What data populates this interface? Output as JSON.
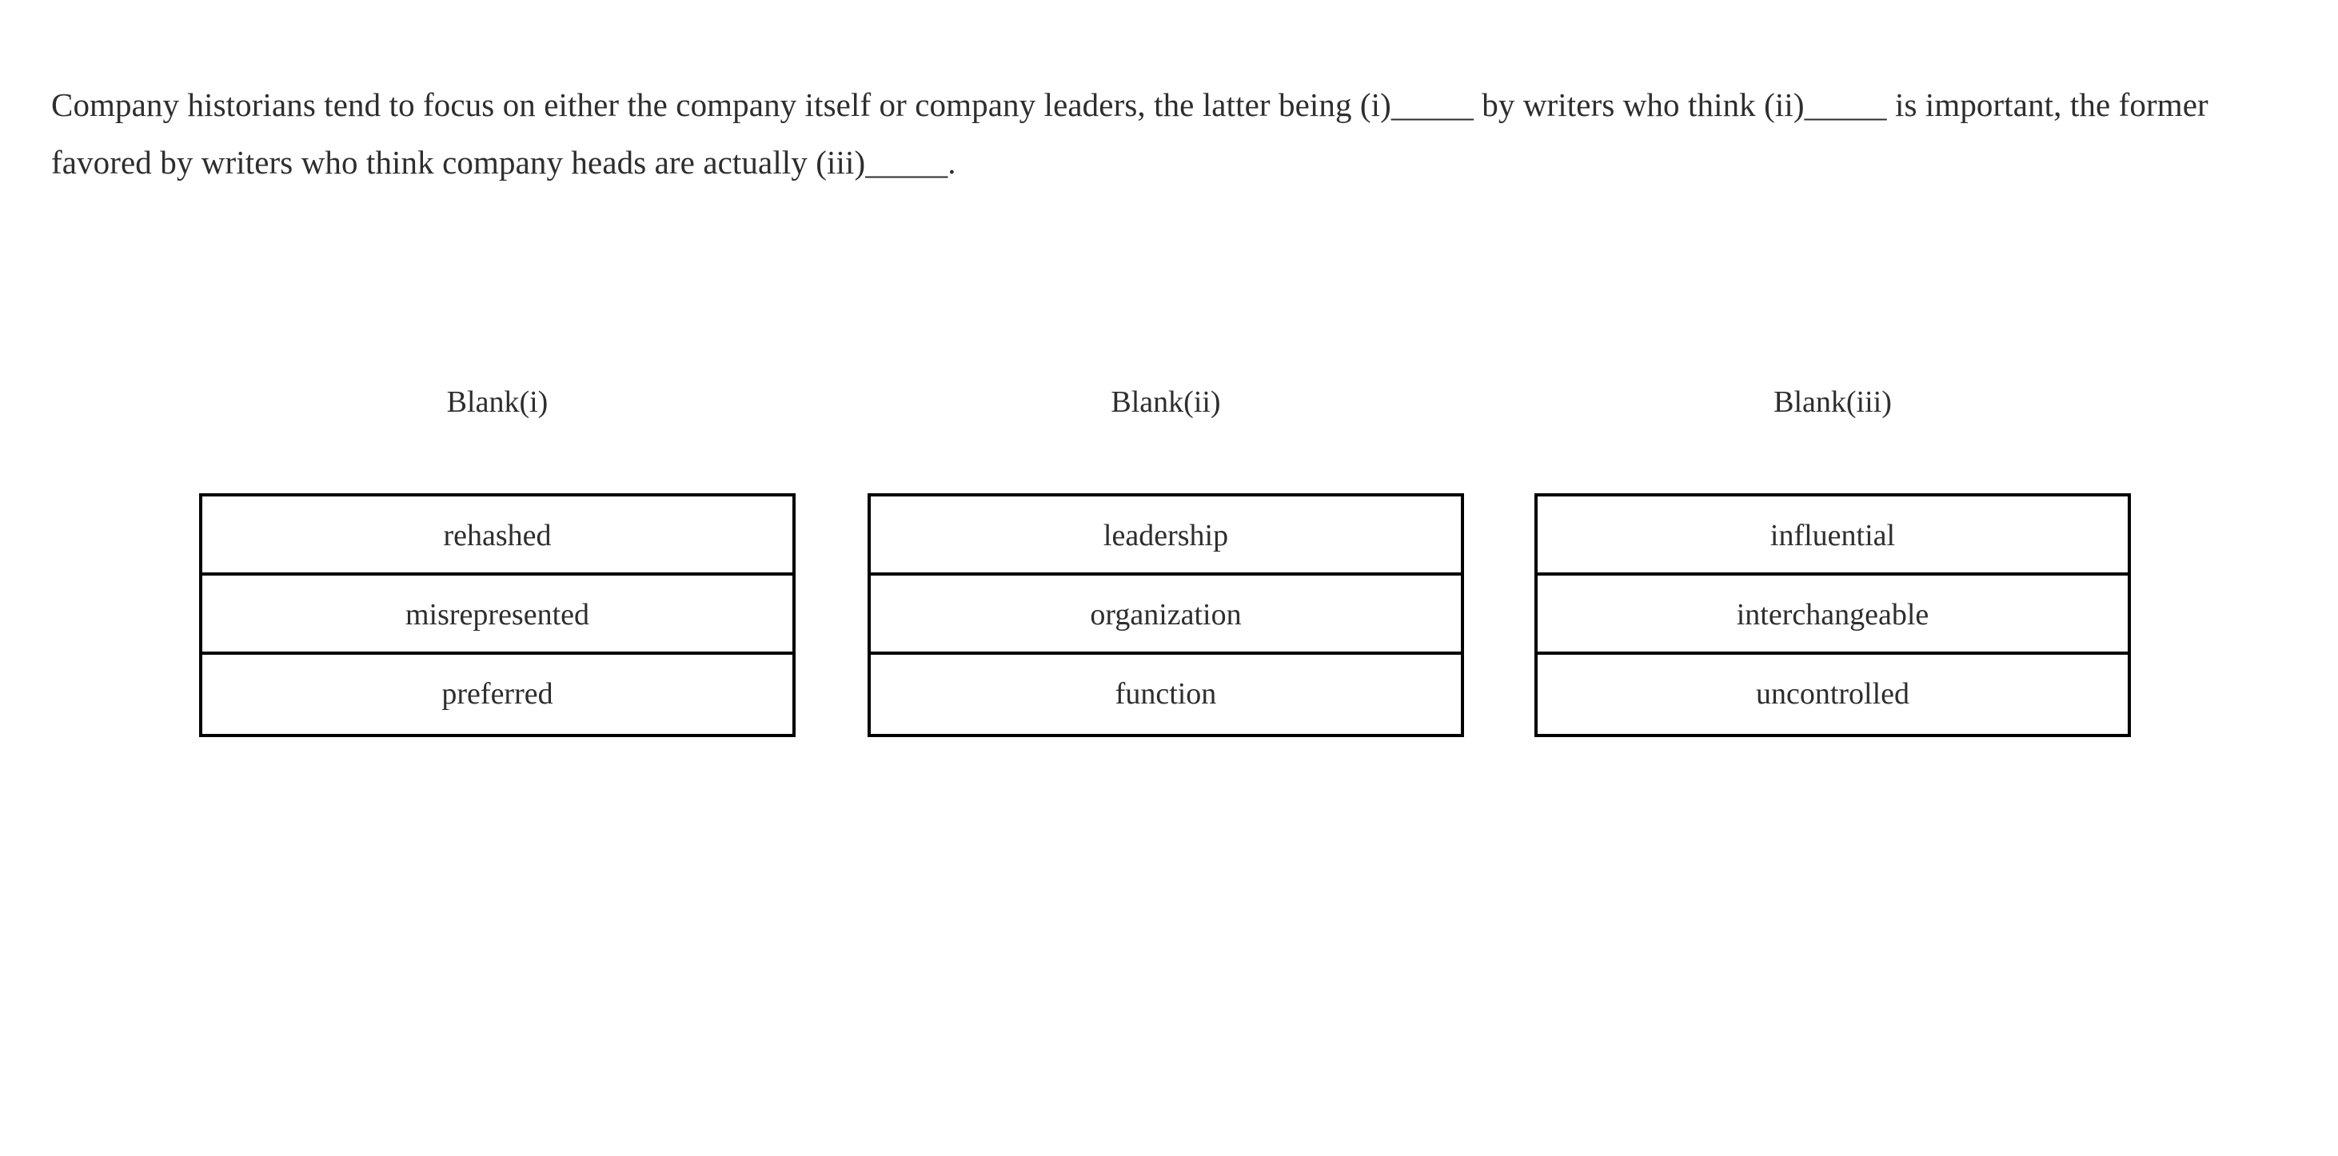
{
  "question": {
    "stem_line_1": "Company historians tend to focus on either the company itself or company leaders, the latter being (i)_____ by writers who think",
    "stem_line_2": "(ii)_____ is important, the former favored by writers who think company heads are actually (iii)_____.",
    "full_text": "Company historians tend to focus on either the company itself or company leaders, the latter being (i)_____ by writers who think (ii)_____ is important, the former favored by writers who think company heads are actually (iii)_____."
  },
  "colors": {
    "text": "#2e2e2e",
    "border": "#000000",
    "background": "#ffffff"
  },
  "columns": [
    {
      "header": "Blank(i)",
      "options": [
        {
          "label": "rehashed"
        },
        {
          "label": "misrepresented"
        },
        {
          "label": "preferred"
        }
      ]
    },
    {
      "header": "Blank(ii)",
      "options": [
        {
          "label": "leadership"
        },
        {
          "label": "organization"
        },
        {
          "label": "function"
        }
      ]
    },
    {
      "header": "Blank(iii)",
      "options": [
        {
          "label": "influential"
        },
        {
          "label": "interchangeable"
        },
        {
          "label": "uncontrolled"
        }
      ]
    }
  ]
}
